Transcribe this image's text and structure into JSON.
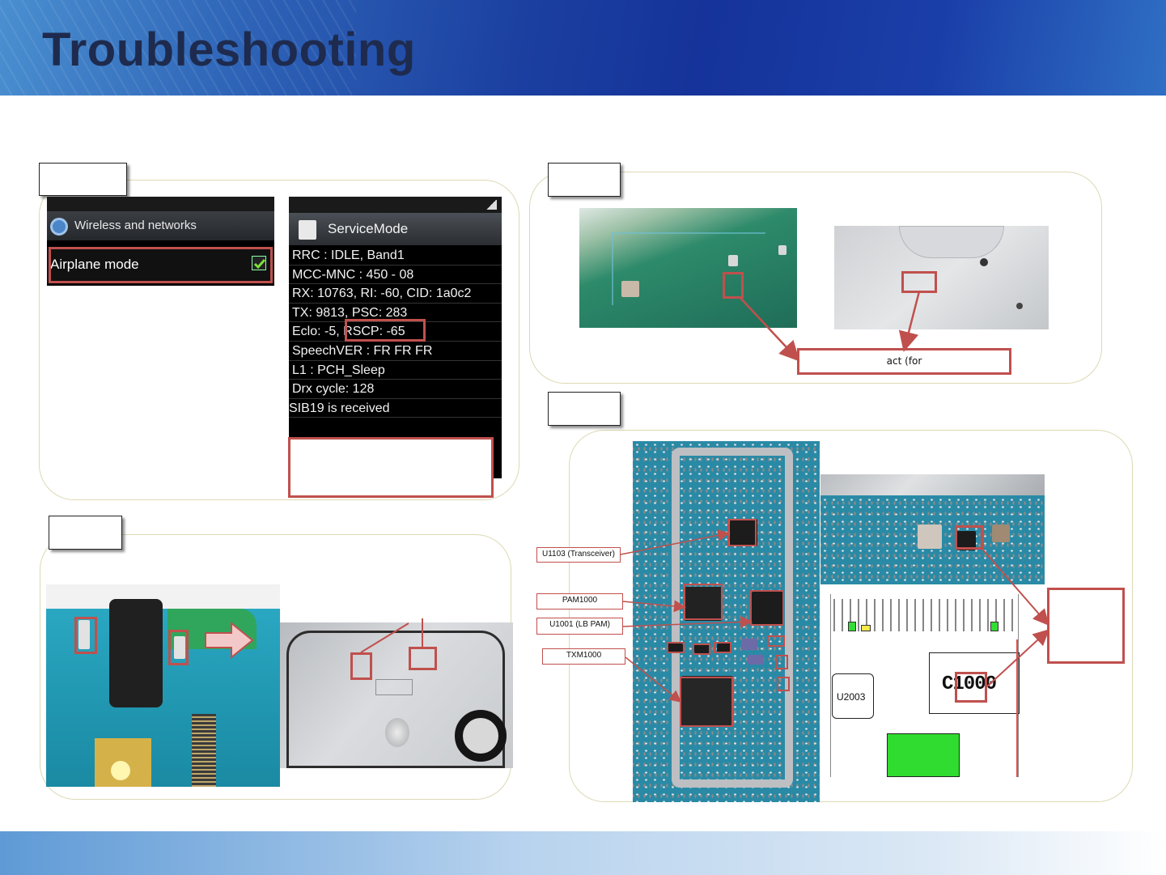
{
  "slide": {
    "title": "Troubleshooting"
  },
  "settings_screen": {
    "header": "Wireless and networks",
    "airplane_label": "Airplane mode"
  },
  "service_mode": {
    "title": "ServiceMode",
    "lines": [
      "RRC : IDLE, Band1",
      "MCC-MNC : 450 - 08",
      "RX: 10763, RI: -60, CID: 1a0c2",
      "TX: 9813, PSC: 283",
      "Eclo: -5, RSCP: -65",
      "SpeechVER : FR FR FR",
      "L1 : PCH_Sleep",
      "Drx cycle: 128",
      "SIB19 is received"
    ]
  },
  "callouts": {
    "contact": "act (for",
    "transceiver": "U1103 (Transceiver)",
    "pam": "PAM1000",
    "lb_pam": "U1001  (LB PAM)",
    "txm": "TXM1000"
  },
  "schematic": {
    "u2003": "U2003",
    "c1000": "C1000"
  },
  "colors": {
    "accent_red": "#c0504d",
    "header_blue": "#1b3fa0",
    "panel_border": "#dcd9b4"
  }
}
